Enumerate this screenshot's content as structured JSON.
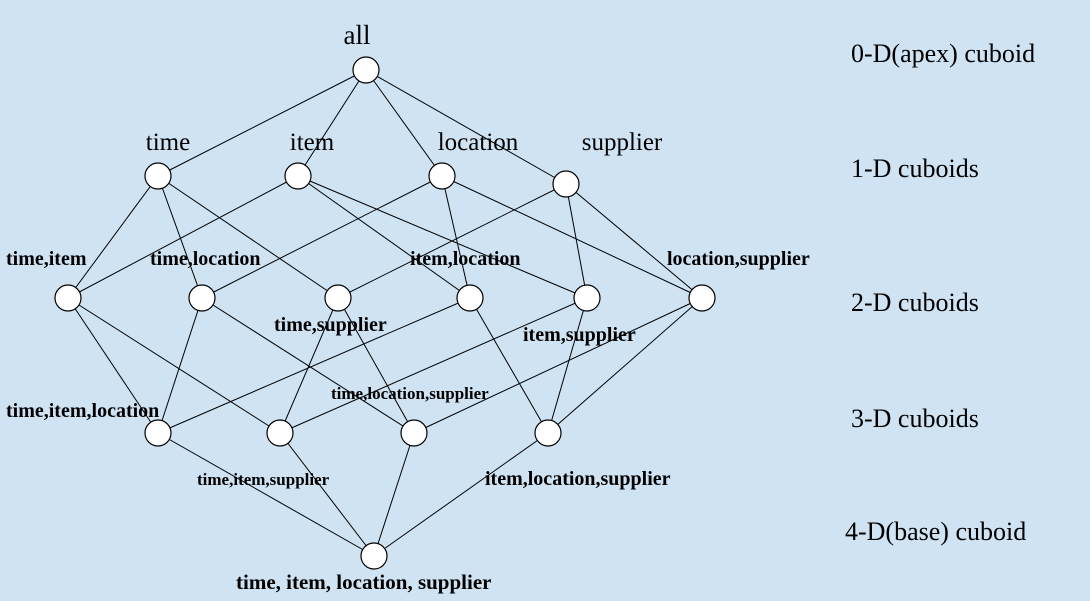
{
  "background_color": "#cfe3f3",
  "levels": [
    "0-D(apex) cuboid",
    "1-D cuboids",
    "2-D cuboids",
    "3-D cuboids",
    "4-D(base) cuboid"
  ],
  "nodes": {
    "all": "all",
    "t": "time",
    "i": "item",
    "l": "location",
    "s": "supplier",
    "ti": "time,item",
    "tl": "time,location",
    "ts": "time,supplier",
    "il": "item,location",
    "is": "item,supplier",
    "ls": "location,supplier",
    "til": "time,item,location",
    "tis": "time,item,supplier",
    "tls": "time,location,supplier",
    "ils": "item,location,supplier",
    "tils": "time, item, location, supplier"
  },
  "edges": [
    [
      "all",
      "t"
    ],
    [
      "all",
      "i"
    ],
    [
      "all",
      "l"
    ],
    [
      "all",
      "s"
    ],
    [
      "t",
      "ti"
    ],
    [
      "t",
      "tl"
    ],
    [
      "t",
      "ts"
    ],
    [
      "i",
      "ti"
    ],
    [
      "i",
      "il"
    ],
    [
      "i",
      "is"
    ],
    [
      "l",
      "tl"
    ],
    [
      "l",
      "il"
    ],
    [
      "l",
      "ls"
    ],
    [
      "s",
      "ts"
    ],
    [
      "s",
      "is"
    ],
    [
      "s",
      "ls"
    ],
    [
      "ti",
      "til"
    ],
    [
      "ti",
      "tis"
    ],
    [
      "tl",
      "til"
    ],
    [
      "tl",
      "tls"
    ],
    [
      "ts",
      "tis"
    ],
    [
      "ts",
      "tls"
    ],
    [
      "il",
      "til"
    ],
    [
      "il",
      "ils"
    ],
    [
      "is",
      "tis"
    ],
    [
      "is",
      "ils"
    ],
    [
      "ls",
      "tls"
    ],
    [
      "ls",
      "ils"
    ],
    [
      "til",
      "tils"
    ],
    [
      "tis",
      "tils"
    ],
    [
      "tls",
      "tils"
    ],
    [
      "ils",
      "tils"
    ]
  ]
}
